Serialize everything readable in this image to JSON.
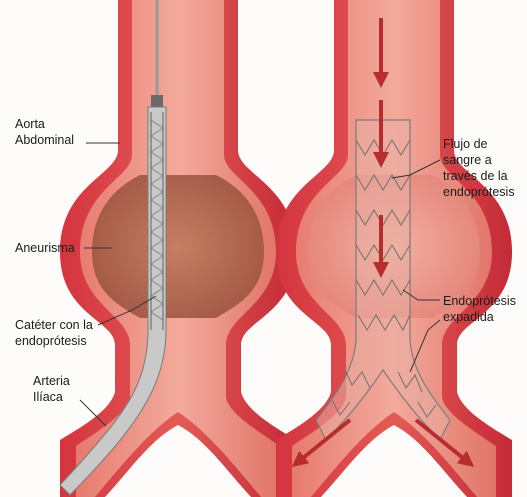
{
  "left_panel": {
    "labels": {
      "aorta": [
        "Aorta",
        "Abdominal"
      ],
      "aneurysm": "Aneurisma",
      "catheter": [
        "Catéter con la",
        "endoprótesis"
      ],
      "iliac": [
        "Arteria",
        "Ilíaca"
      ]
    }
  },
  "right_panel": {
    "labels": {
      "flow": [
        "Flujo de",
        "sangre a",
        "través de la",
        "endoprótesis"
      ],
      "graft": [
        "Endoprótesis",
        "expadida"
      ]
    }
  },
  "colors": {
    "vessel_wall": "#c8283a",
    "vessel_lumen": "#e88e86",
    "aneurysm_interior": "#b0664e",
    "catheter": "#8a8a8a",
    "flow_arrow": "#c0392b",
    "leader_line": "#333333",
    "background": "#fdfcfb"
  }
}
